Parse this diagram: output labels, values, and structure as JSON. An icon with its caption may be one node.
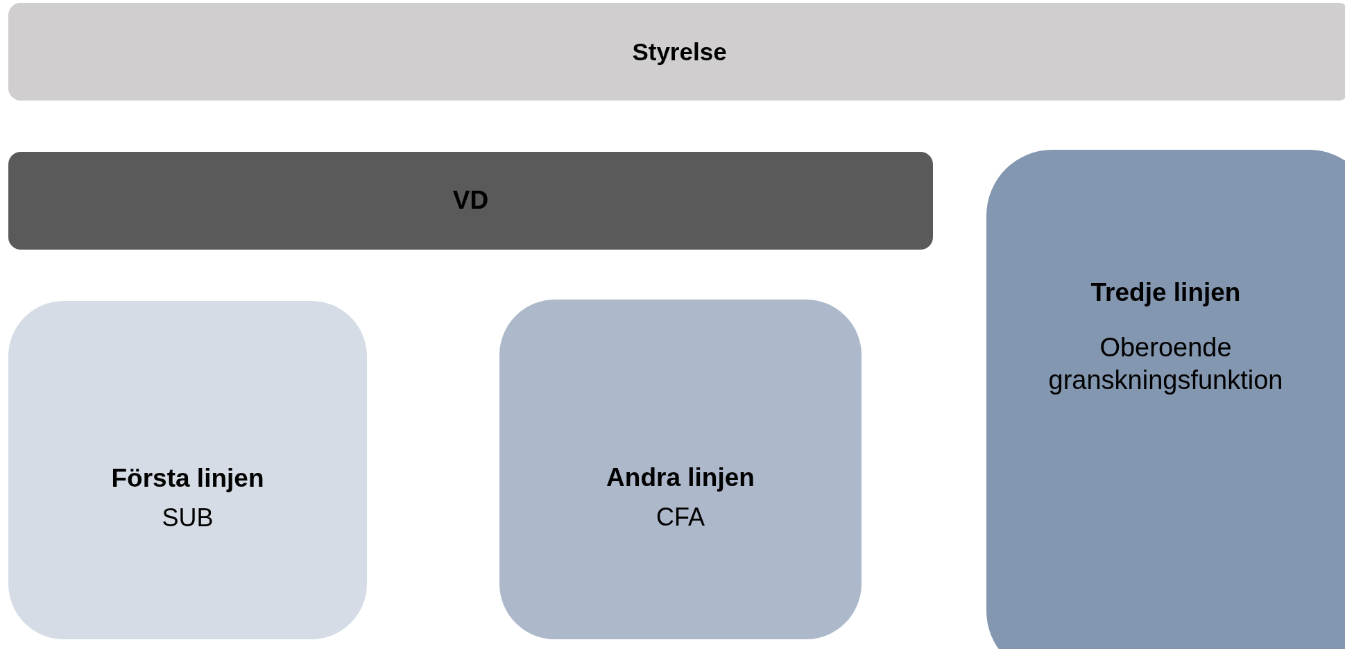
{
  "diagram": {
    "nodes": [
      {
        "text": [
          "Styrelse"
        ]
      },
      {
        "text": [
          "VD"
        ]
      },
      {
        "text": [
          "Första linjen",
          "SUB"
        ]
      },
      {
        "text": [
          "Andra linjen",
          "CFA"
        ]
      },
      {
        "text": [
          "Tredje linjen",
          "Oberoende granskningsfunktion"
        ]
      }
    ]
  }
}
